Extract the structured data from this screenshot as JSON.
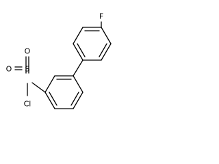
{
  "molecule": {
    "labels": {
      "fluorine": "F",
      "sulfur": "S",
      "oxygen_top": "O",
      "oxygen_left": "O",
      "chlorine": "Cl"
    }
  }
}
